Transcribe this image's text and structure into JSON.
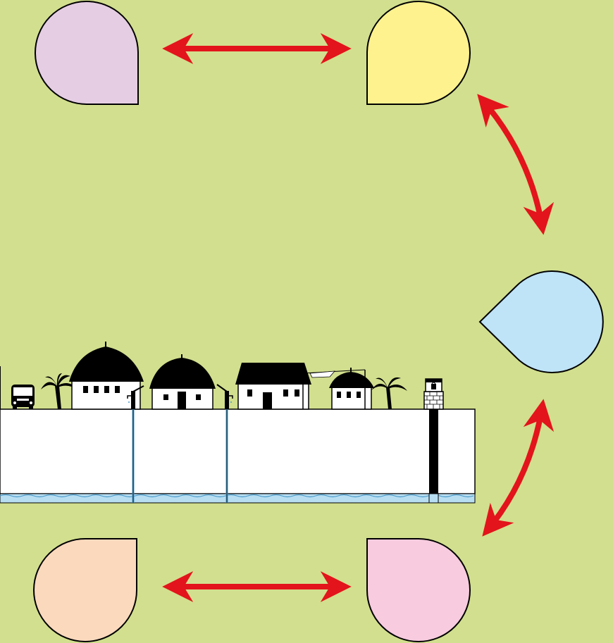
{
  "colors": {
    "background": "#d2df8e",
    "arrow": "#e3141b",
    "outline": "#000000",
    "ground": "#ffffff",
    "water": "#b8def2",
    "water_line": "#4a9bc9"
  },
  "nodes": [
    {
      "id": "top-left",
      "fill": "#e5cde3",
      "label": ""
    },
    {
      "id": "top-right",
      "fill": "#fdf28e",
      "label": ""
    },
    {
      "id": "right",
      "fill": "#bfe3f7",
      "label": ""
    },
    {
      "id": "bottom-right",
      "fill": "#f8cbdf",
      "label": ""
    },
    {
      "id": "bottom-left",
      "fill": "#fbd9bd",
      "label": ""
    }
  ],
  "connections": [
    {
      "from": "top-left",
      "to": "top-right",
      "type": "double-arrow"
    },
    {
      "from": "top-right",
      "to": "right",
      "type": "double-arrow"
    },
    {
      "from": "right",
      "to": "bottom-right",
      "type": "double-arrow"
    },
    {
      "from": "bottom-right",
      "to": "bottom-left",
      "type": "double-arrow"
    }
  ],
  "scene": {
    "icons": [
      "bus-icon",
      "palm-tree-icon",
      "thatched-hut-icon",
      "round-hut-icon",
      "hand-pump-icon",
      "house-icon",
      "small-house-icon",
      "water-tower-icon"
    ]
  }
}
